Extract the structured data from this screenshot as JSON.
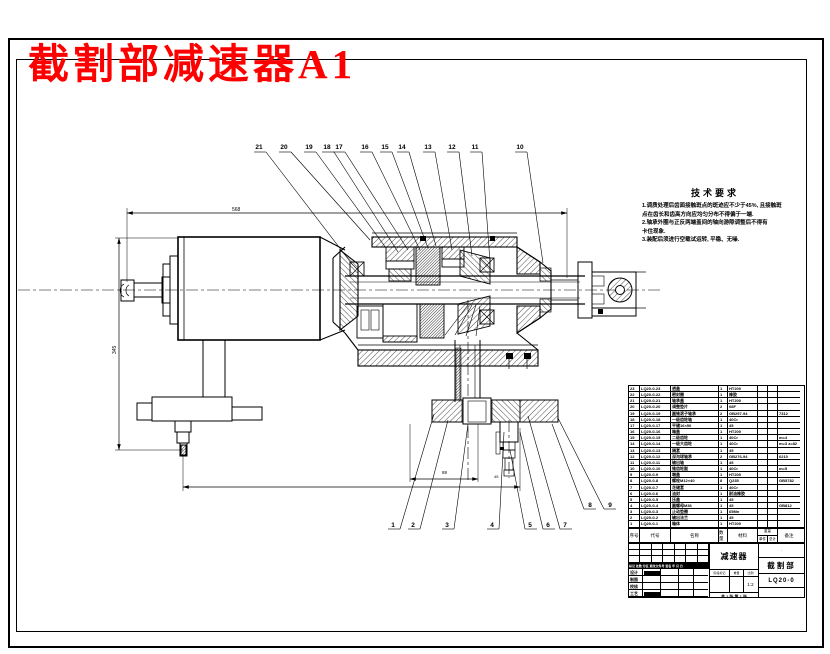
{
  "sheet": {
    "title": "截割部减速器A1",
    "title_color": "#fe0000"
  },
  "tech": {
    "title": "技术要求",
    "lines": [
      "1.调质处理后齿面接触斑点的斑迹应不少于45%, 且接触斑",
      "点在齿长和齿高方向应均匀分布不得偏于一端.",
      "2.轴承外圈与正反两端盖间的轴向游隙调整后不得有",
      "卡住现象.",
      "3.装配后须进行空载试运转, 平稳、无噪."
    ]
  },
  "callouts": {
    "top": [
      "21",
      "20",
      "19",
      "18",
      "17",
      "16",
      "15",
      "14",
      "13",
      "12",
      "11",
      "10"
    ],
    "bottom": [
      "1",
      "2",
      "3",
      "4",
      "5",
      "6",
      "7"
    ],
    "side": [
      "8",
      "9"
    ]
  },
  "dims": {
    "length": "568",
    "height": "345",
    "hub": "88",
    "aux": "45"
  },
  "bom": {
    "weight_label": "重量",
    "headers": [
      "序号",
      "代号",
      "名称",
      "数量",
      "材料",
      "单件",
      "总计",
      "备注"
    ],
    "rows": [
      [
        "23",
        "LQ20-0-23",
        "透盖",
        "1",
        "HT200",
        ""
      ],
      [
        "22",
        "LQ20-0-22",
        "密封圈",
        "1",
        "橡胶",
        ""
      ],
      [
        "21",
        "LQ20-0-21",
        "轴承盖",
        "1",
        "HT200",
        ""
      ],
      [
        "20",
        "LQ20-0-20",
        "调整垫片",
        "2",
        "08F",
        ""
      ],
      [
        "19",
        "LQ20-0-19",
        "圆锥滚子轴承",
        "2",
        "GB297-94",
        "7312"
      ],
      [
        "18",
        "LQ20-0-18",
        "一级齿轮轴",
        "1",
        "40Cr",
        ""
      ],
      [
        "17",
        "LQ20-0-17",
        "平键16×50",
        "1",
        "45",
        ""
      ],
      [
        "16",
        "LQ20-0-16",
        "箱盖",
        "1",
        "HT200",
        ""
      ],
      [
        "15",
        "LQ20-0-15",
        "二级齿轮",
        "1",
        "40Cr",
        "m=4"
      ],
      [
        "14",
        "LQ20-0-14",
        "一级大齿轮",
        "1",
        "40Cr",
        "m=3 z=82"
      ],
      [
        "13",
        "LQ20-0-13",
        "隔套",
        "1",
        "45",
        ""
      ],
      [
        "12",
        "LQ20-0-12",
        "深沟球轴承",
        "2",
        "GB276-94",
        "6210"
      ],
      [
        "11",
        "LQ20-0-11",
        "输出轴",
        "1",
        "45",
        ""
      ],
      [
        "10",
        "LQ20-0-10",
        "锥齿轮副",
        "1",
        "40Cr",
        "m=5"
      ],
      [
        "9",
        "LQ20-0-9",
        "端盖",
        "1",
        "HT200",
        ""
      ],
      [
        "8",
        "LQ20-0-8",
        "螺栓M12×40",
        "8",
        "Q235",
        "GB5782"
      ],
      [
        "7",
        "LQ20-0-7",
        "花键套",
        "1",
        "40Cr",
        ""
      ],
      [
        "6",
        "LQ20-0-6",
        "油封",
        "1",
        "耐油橡胶",
        ""
      ],
      [
        "5",
        "LQ20-0-5",
        "压盖",
        "1",
        "45",
        ""
      ],
      [
        "4",
        "LQ20-0-4",
        "圆螺母M36",
        "1",
        "45",
        "GB812"
      ],
      [
        "3",
        "LQ20-0-3",
        "止动垫圈",
        "1",
        "65Mn",
        ""
      ],
      [
        "2",
        "LQ20-0-2",
        "输出法兰",
        "1",
        "45",
        ""
      ],
      [
        "1",
        "LQ20-0-1",
        "箱体",
        "1",
        "HT200",
        ""
      ]
    ]
  },
  "tb": {
    "product": "减速器",
    "org": "截割部",
    "dwg_no": "LQ20-0",
    "company": "·",
    "strip": "标记 处数 分区 更改文件号 签名 年 月 日",
    "sig_labels": [
      "设计",
      "制图",
      "校核",
      "工艺"
    ],
    "stage_label": "阶段标记",
    "weight_label": "重量",
    "scale_label": "比例",
    "scale": "1:2",
    "sheet_note": "共 1 张  第 1 张"
  }
}
